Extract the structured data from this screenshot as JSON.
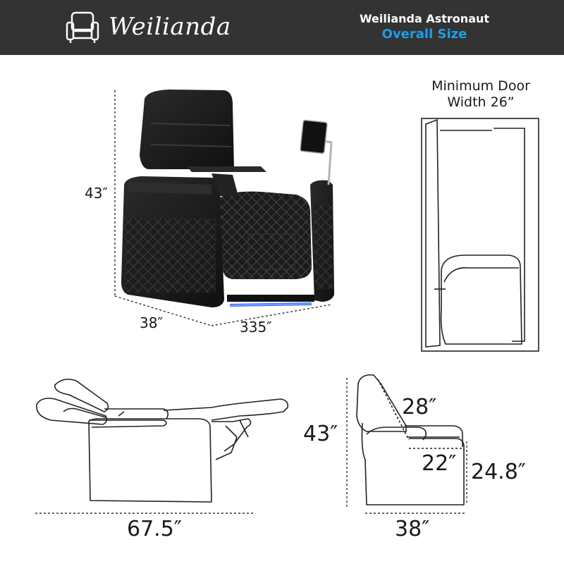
{
  "header": {
    "brand": "Weilianda",
    "product": "Weilianda Astronaut",
    "subtitle": "Overall Size",
    "colors": {
      "background": "#333333",
      "accent": "#1e9fe8",
      "text": "#ffffff"
    },
    "logo_icon": "armchair-icon"
  },
  "photo_dimensions": {
    "height": "43″",
    "depth": "38″",
    "width": "335″"
  },
  "door": {
    "line1": "Minimum Door",
    "line2": "Width 26”"
  },
  "reclined_view": {
    "length": "67.5″"
  },
  "side_view": {
    "height": "43″",
    "backrest": "28″",
    "seat_depth": "22″",
    "arm_height": "24.8″",
    "depth": "38″"
  },
  "colors": {
    "chair_leather": "#1c1c1c",
    "led_strip": "#3b6cff",
    "line_art": "#222222"
  }
}
